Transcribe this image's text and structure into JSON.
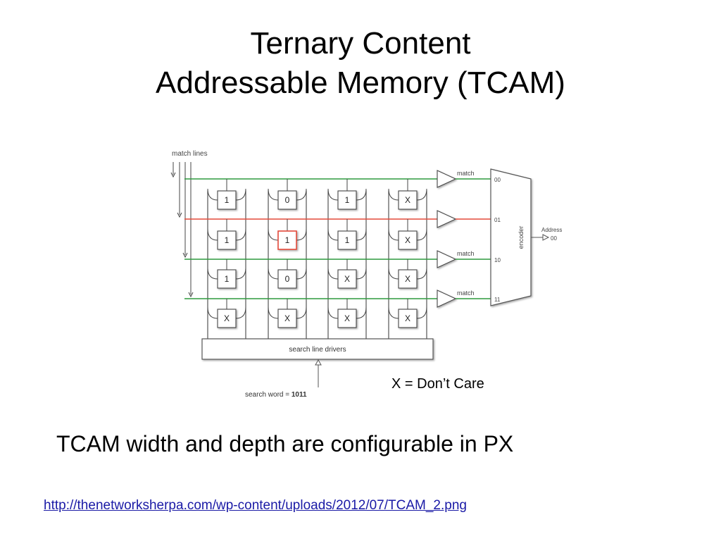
{
  "slide": {
    "title_line1": "Ternary Content",
    "title_line2": "Addressable Memory (TCAM)",
    "legend": "X = Don’t Care",
    "caption": "TCAM width and depth are configurable in PX",
    "link": "http://thenetworksherpa.com/wp-content/uploads/2012/07/TCAM_2.png"
  },
  "diagram": {
    "match_lines_label": "match lines",
    "rows": [
      {
        "cells": [
          "1",
          "0",
          "1",
          "X"
        ],
        "match_label": "match",
        "address": "00",
        "status": "match"
      },
      {
        "cells": [
          "1",
          "1",
          "1",
          "X"
        ],
        "match_label": "",
        "address": "01",
        "status": "mismatch"
      },
      {
        "cells": [
          "1",
          "0",
          "X",
          "X"
        ],
        "match_label": "match",
        "address": "10",
        "status": "match"
      },
      {
        "cells": [
          "X",
          "X",
          "X",
          "X"
        ],
        "match_label": "match",
        "address": "11",
        "status": "match"
      }
    ],
    "highlighted_cell": {
      "row": 1,
      "col": 1
    },
    "encoder_label": "encoder",
    "output_label": "Address",
    "output_value": "00",
    "search_drivers_label": "search line drivers",
    "search_word_label": "search word = ",
    "search_word_value": "1011",
    "colors": {
      "match": "#2f9a3e",
      "mismatch": "#e34a3a",
      "line": "#444444",
      "box": "#ffffff"
    }
  }
}
